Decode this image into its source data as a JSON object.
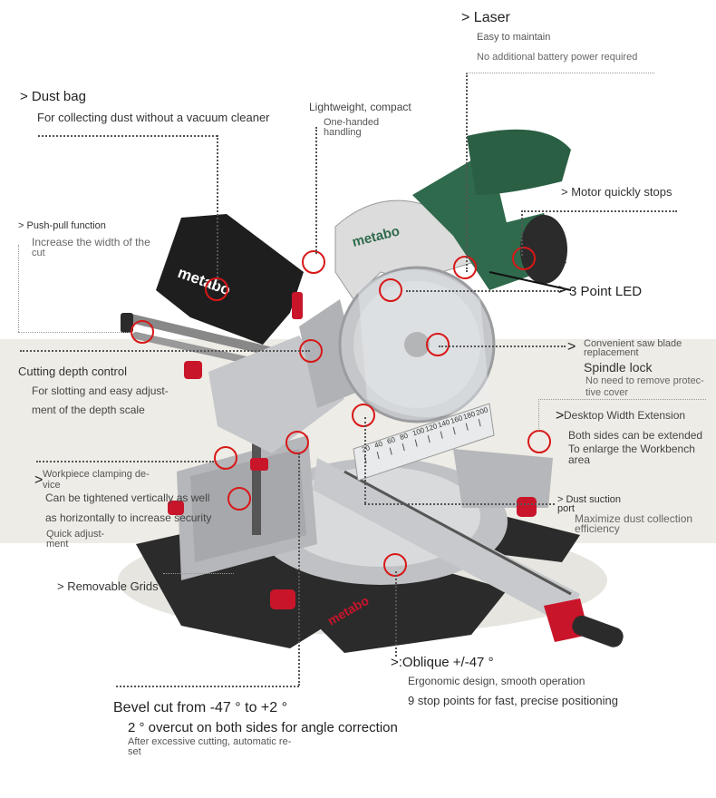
{
  "callouts": {
    "laser": {
      "title": "> Laser",
      "lines": [
        "Easy to maintain",
        "No additional battery power required"
      ]
    },
    "dust_bag": {
      "title": "> Dust bag",
      "desc": "For collecting dust without a vacuum cleaner"
    },
    "lightweight": {
      "title": "Lightweight, compact",
      "lines": [
        "One-handed",
        "handling"
      ]
    },
    "push_pull": {
      "title": "> Push-pull function",
      "lines": [
        "Increase the width of the",
        "cut"
      ]
    },
    "motor": {
      "title": "> Motor quickly stops"
    },
    "led": {
      "title": "3 Point LED"
    },
    "blade": {
      "arrow": ">",
      "lines": [
        "Convenient saw blade",
        "replacement"
      ],
      "title": "Spindle lock",
      "desc": [
        "No need to remove protec-",
        "tive cover"
      ]
    },
    "depth": {
      "title": "Cutting depth control",
      "lines": [
        "For slotting and easy adjust-",
        "ment of the depth scale"
      ]
    },
    "desktop": {
      "title": "Desktop Width Extension",
      "lines": [
        "Both sides can be extended",
        "To enlarge the Workbench",
        "area"
      ]
    },
    "clamp": {
      "arrow": ">",
      "lines": [
        "Workpiece clamping de-",
        "vice"
      ],
      "desc": [
        "Can be tightened vertically as well",
        "as horizontally to increase security"
      ],
      "quick": [
        "Quick adjust-",
        "ment"
      ]
    },
    "dust_port": {
      "lines": [
        "> Dust suction",
        "port"
      ],
      "desc": [
        "Maximize dust collection",
        "efficiency"
      ]
    },
    "grids": {
      "title": "> Removable Grids"
    },
    "oblique": {
      "title": ">:Oblique +/-47 °",
      "lines": [
        "Ergonomic design, smooth operation",
        "9 stop points for fast, precise positioning"
      ]
    },
    "bevel": {
      "title": "Bevel cut from -47 ° to +2 °",
      "sub": "2 ° overcut on both sides for angle correction",
      "lines": [
        "After excessive cutting, automatic re-",
        "set"
      ]
    }
  },
  "product": {
    "brand": "metabo",
    "scale_labels": [
      "20",
      "40",
      "60",
      "80",
      "100",
      "120",
      "140",
      "160",
      "180",
      "200"
    ],
    "colors": {
      "brand_green": "#2f6a4c",
      "accent_red": "#d81818",
      "handle_red": "#c9152a",
      "band": "#eeece6"
    }
  }
}
